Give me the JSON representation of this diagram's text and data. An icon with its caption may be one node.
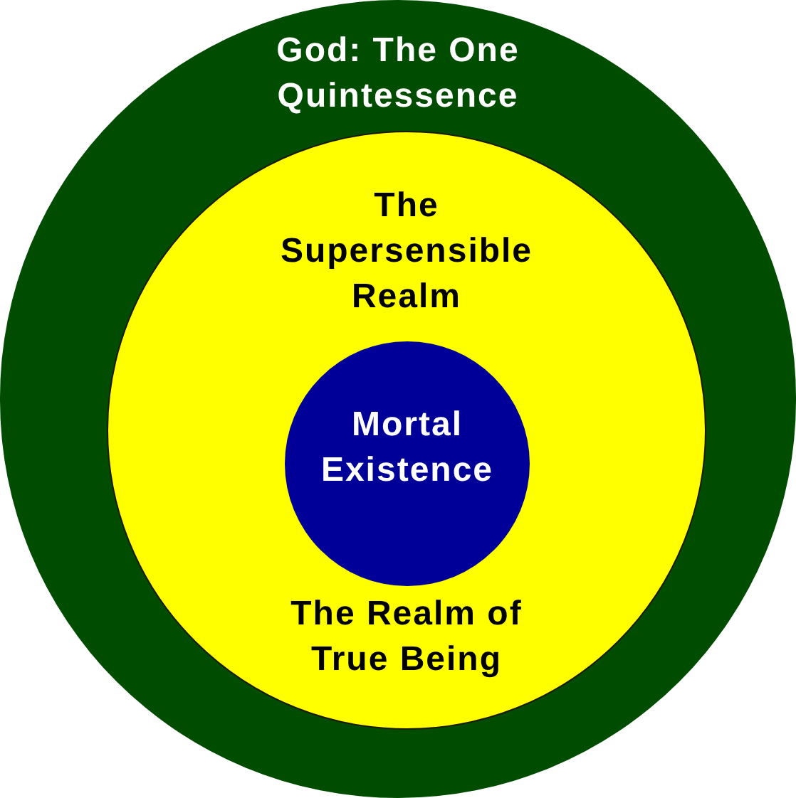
{
  "diagram": {
    "nodes": [
      {
        "text": [
          "God: The One Quintessence"
        ]
      },
      {
        "text": [
          "The Supersensible Realm",
          "The Realm of True Being"
        ],
        "in": 0
      },
      {
        "text": [
          "Mortal Existence"
        ],
        "in": 1
      }
    ]
  }
}
